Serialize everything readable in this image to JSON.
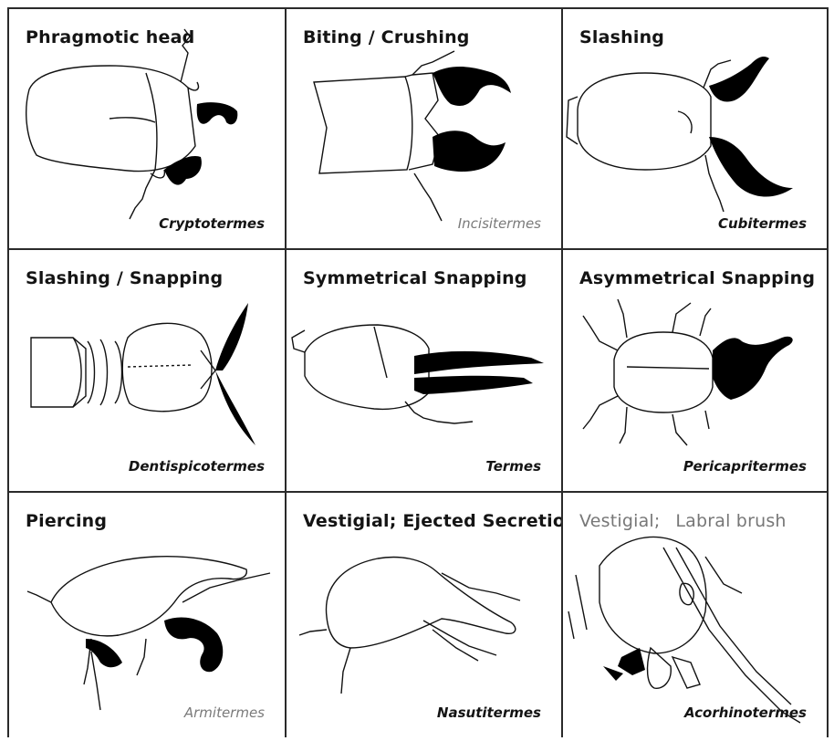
{
  "figure": {
    "colors": {
      "ink": "#111111",
      "fill": "#000000",
      "border": "#2a2a2a",
      "faint_text": "#777777"
    },
    "cells": [
      {
        "title": "Phragmotic head",
        "genus": "Cryptotermes",
        "drawing": "phragmotic-head-drawing"
      },
      {
        "title": "Biting / Crushing",
        "genus": "Incisitermes",
        "drawing": "biting-crushing-head-drawing"
      },
      {
        "title": "Slashing",
        "genus": "Cubitermes",
        "drawing": "slashing-head-drawing"
      },
      {
        "title": "Slashing / Snapping",
        "genus": "Dentispicotermes",
        "drawing": "slashing-snapping-head-drawing"
      },
      {
        "title": "Symmetrical Snapping",
        "genus": "Termes",
        "drawing": "symmetrical-snapping-head-drawing"
      },
      {
        "title": "Asymmetrical Snapping",
        "genus": "Pericapritermes",
        "drawing": "asymmetrical-snapping-head-drawing"
      },
      {
        "title": "Piercing",
        "genus": "Armitermes",
        "drawing": "piercing-head-drawing"
      },
      {
        "title": "Vestigial; Ejected Secretion",
        "genus": "Nasutitermes",
        "drawing": "vestigial-ejected-secretion-head-drawing"
      },
      {
        "title_main": "Vestigial;",
        "title_sub": "Labral brush",
        "genus": "Acorhinotermes",
        "drawing": "vestigial-labral-brush-head-drawing"
      }
    ]
  }
}
